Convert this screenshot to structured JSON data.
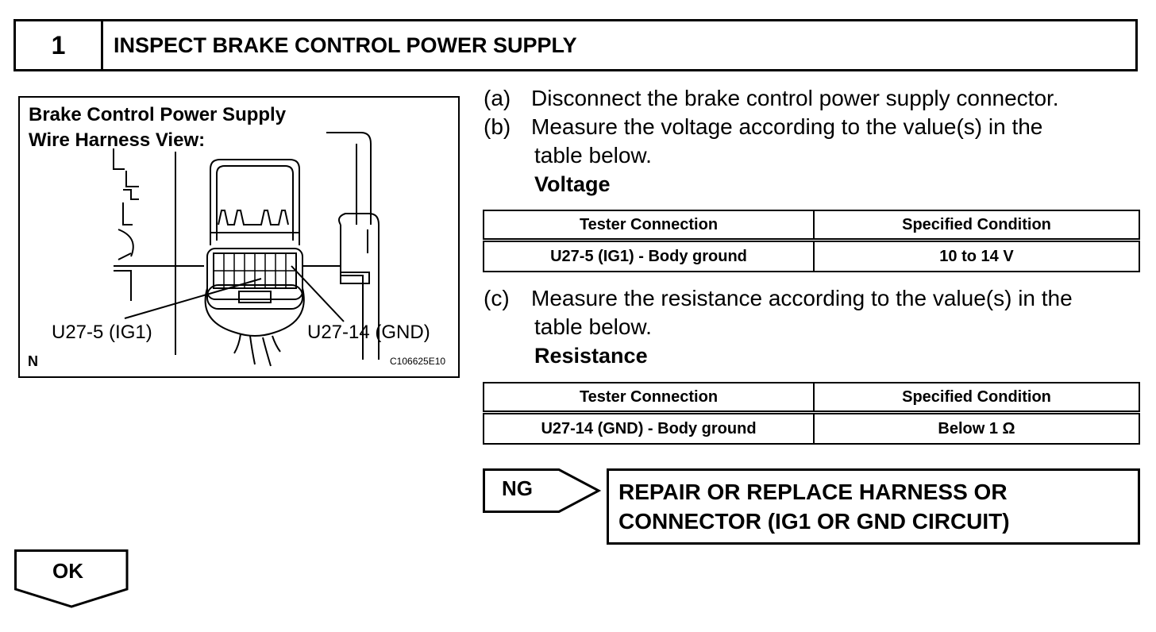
{
  "step": {
    "number": "1",
    "title": "INSPECT BRAKE CONTROL POWER SUPPLY"
  },
  "illustration": {
    "title_line1": "Brake Control Power Supply",
    "title_line2": "Wire Harness View:",
    "label_ig1": "U27-5 (IG1)",
    "label_gnd": "U27-14 (GND)",
    "corner_mark": "N",
    "figure_code": "C106625E10"
  },
  "instructions": {
    "a": {
      "marker": "(a)",
      "text": "Disconnect the brake control power supply connector."
    },
    "b": {
      "marker": "(b)",
      "text_line1": "Measure the voltage according to the value(s) in the",
      "text_line2": "table below."
    },
    "voltage_heading": "Voltage",
    "c": {
      "marker": "(c)",
      "text_line1": "Measure the resistance according to the value(s) in the",
      "text_line2": "table below."
    },
    "resistance_heading": "Resistance"
  },
  "voltage_table": {
    "headers": [
      "Tester Connection",
      "Specified Condition"
    ],
    "rows": [
      [
        "U27-5 (IG1) - Body ground",
        "10 to 14 V"
      ]
    ]
  },
  "resistance_table": {
    "headers": [
      "Tester Connection",
      "Specified Condition"
    ],
    "rows": [
      [
        "U27-14 (GND) - Body ground",
        "Below 1 Ω"
      ]
    ]
  },
  "ng": {
    "label": "NG",
    "result_line1": "REPAIR OR REPLACE HARNESS OR",
    "result_line2": "CONNECTOR (IG1 OR GND CIRCUIT)"
  },
  "ok": {
    "label": "OK"
  }
}
